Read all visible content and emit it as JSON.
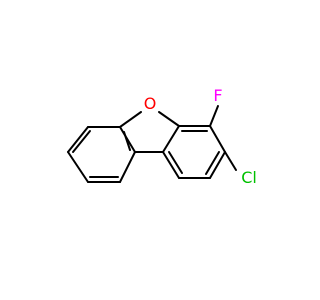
{
  "molecule": {
    "atoms": {
      "oxygen": {
        "symbol": "O",
        "color": "#ff0000"
      },
      "fluorine": {
        "symbol": "F",
        "color": "#ff00ff"
      },
      "chlorine": {
        "symbol": "Cl",
        "color": "#00c000"
      }
    },
    "bond_color": "#000000"
  }
}
